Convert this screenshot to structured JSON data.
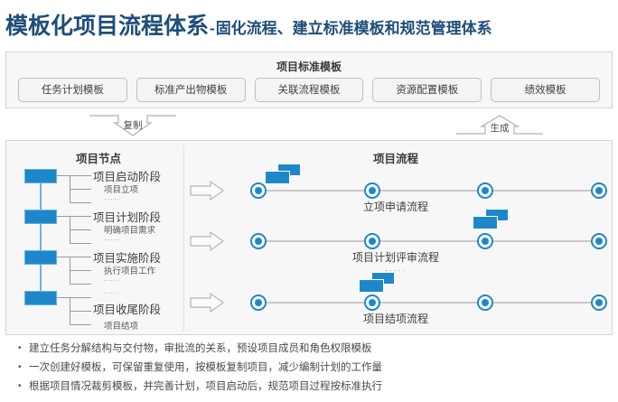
{
  "title": {
    "main": "模板化项目流程体系",
    "dash": "-",
    "sub": "固化流程、建立标准模板和规范管理体系"
  },
  "template_panel": {
    "heading": "项目标准模板",
    "buttons": [
      {
        "label": "任务计划模板"
      },
      {
        "label": "标准产出物模板"
      },
      {
        "label": "关联流程模板"
      },
      {
        "label": "资源配置模板"
      },
      {
        "label": "绩效模板"
      }
    ]
  },
  "connectors": {
    "copy": "复制",
    "generate": "生成"
  },
  "nodes_panel": {
    "heading": "项目节点",
    "groups": [
      {
        "title": "项目启动阶段",
        "sub": "项目立项",
        "dots": "·····",
        "order": "sub-first"
      },
      {
        "title": "项目计划阶段",
        "sub": "明确项目需求",
        "dots": "·····",
        "order": "sub-first"
      },
      {
        "title": "项目实施阶段",
        "sub": "执行项目工作",
        "dots": "·····",
        "order": "sub-first"
      },
      {
        "title": "项目收尾阶段",
        "sub": "项目结项",
        "dots": "·····",
        "order": "dots-first"
      }
    ]
  },
  "flow_panel": {
    "heading": "项目流程",
    "rows": [
      {
        "label": "立项申请流程",
        "icon_node_index": 0,
        "arrow": "right-arrow"
      },
      {
        "label": "项目计划评审流程",
        "icon_node_index": 2,
        "arrow": "right-arrow"
      },
      {
        "label": "项目结项流程",
        "icon_node_index": 1,
        "arrow": "right-arrow"
      }
    ],
    "node_count": 4,
    "row_separator_dots": "·····"
  },
  "bullets": [
    {
      "marker": "•",
      "text": "建立任务分解结构与交付物，审批流的关系，预设项目成员和角色权限模板"
    },
    {
      "marker": "•",
      "text": "一次创建好模板，可保留重复使用，按模板复制项目，减少编制计划的工作量"
    },
    {
      "marker": "•",
      "text": "根据项目情况裁剪模板，并完善计划，项目启动后，规范项目过程按标准执行"
    }
  ],
  "colors": {
    "title": "#1F4E79",
    "accent_blue": "#1E87C9",
    "light_blue": "#63B2E5",
    "panel_bg": "#F7F7F7",
    "border": "#D4D4D4"
  }
}
